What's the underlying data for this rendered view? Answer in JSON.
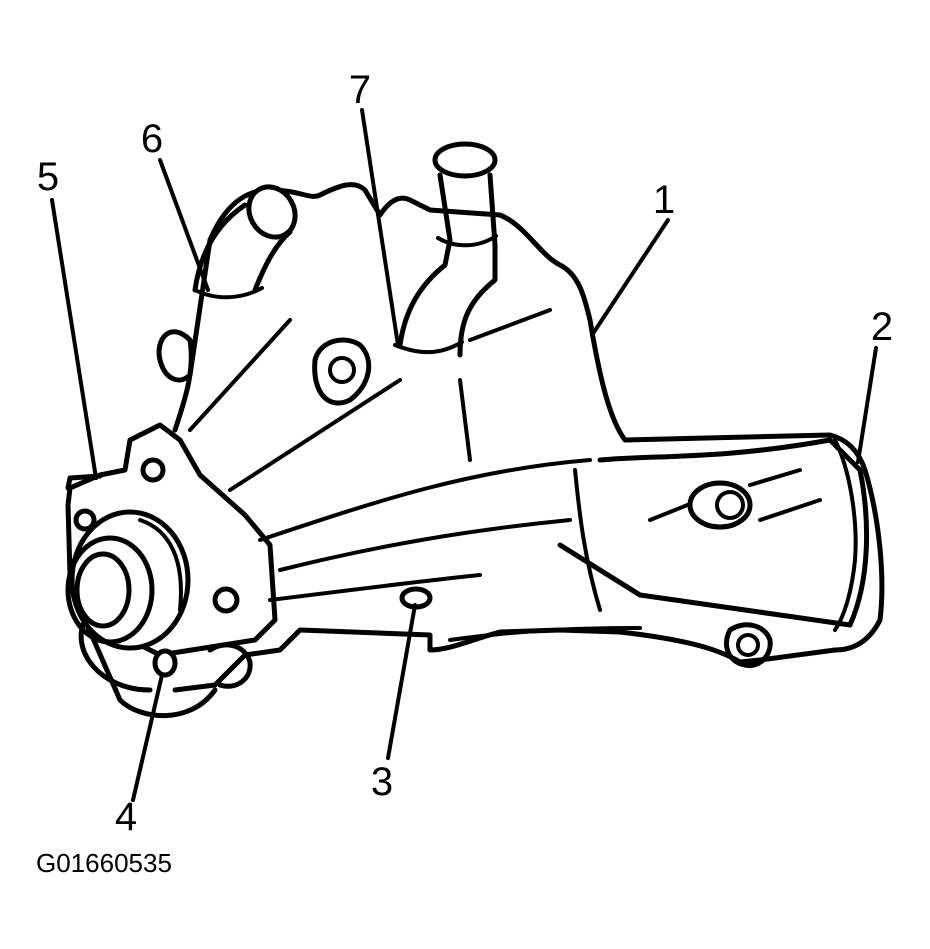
{
  "figure_id": "G01660535",
  "callouts": [
    "1",
    "2",
    "3",
    "4",
    "5",
    "6",
    "7"
  ],
  "component": {
    "icon": "water-pump-icon"
  }
}
